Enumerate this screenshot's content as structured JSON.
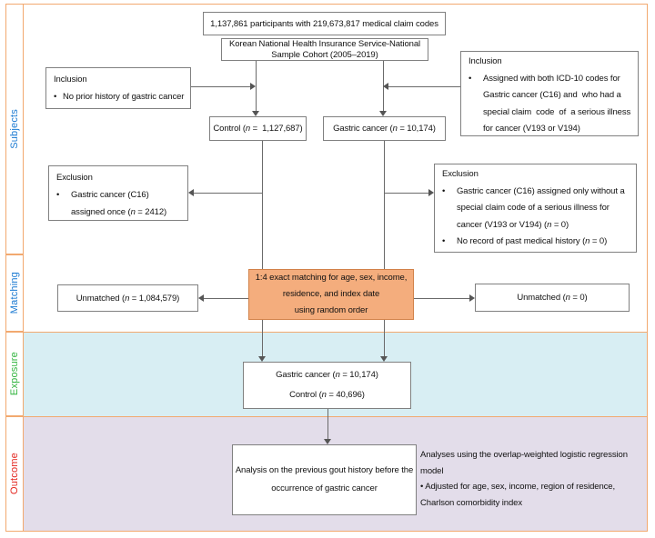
{
  "figure_title": "Participant selection flow diagram",
  "glyphs": {
    "bullet": "•"
  },
  "colors": {
    "frame_orange": "#f2a96f",
    "matching_fill": "#f4ad7d",
    "matching_border": "#d2824a",
    "band_exposure": "#d8eef3",
    "band_outcome": "#e3ddea",
    "label_blue": "#1b7ad2",
    "label_green": "#2fb33c",
    "label_red": "#e3241d",
    "box_border_gray": "#808080"
  },
  "rail": {
    "subjects": "Subjects",
    "matching": "Matching",
    "exposure": "Exposure",
    "outcome": "Outcome"
  },
  "boxes": {
    "top": {
      "text": "1,137,861 participants with 219,673,817 medical claim codes"
    },
    "cohort": {
      "lines": [
        "Korean National Health Insurance Service-National",
        "Sample Cohort (2005–2019)"
      ]
    },
    "inclusion_left": {
      "title": "Inclusion",
      "bullet": "No prior history of gastric cancer"
    },
    "inclusion_right": {
      "title": "Inclusion",
      "bullet": "Assigned with both ICD-10 codes for Gastric cancer (C16) and  who had a special claim  code  of  a serious illness for cancer (V193 or V194)"
    },
    "control": {
      "text": "Control (n =  1,127,687)"
    },
    "gastric": {
      "text": "Gastric cancer (n = 10,174)"
    },
    "exclusion_left": {
      "title": "Exclusion",
      "bullet": "Gastric cancer (C16) assigned once (n = 2412)"
    },
    "exclusion_right": {
      "title": "Exclusion",
      "bullet1": "Gastric cancer (C16) assigned only without a special claim code of a serious illness for cancer (V193 or V194) (n = 0)",
      "bullet2": "No record of past medical history (n = 0)"
    },
    "matching": {
      "lines": [
        "1:4 exact matching for age, sex, income,",
        "residence, and index date",
        "using random order"
      ]
    },
    "unmatched_left": {
      "text": "Unmatched (n = 1,084,579)"
    },
    "unmatched_right": {
      "text": "Unmatched (n = 0)"
    },
    "exposure": {
      "lines": [
        "Gastric cancer (n = 10,174)",
        "Control (n = 40,696)"
      ]
    },
    "outcome": {
      "lines": [
        "Analysis on the previous gout history before the",
        "occurrence of gastric cancer"
      ]
    }
  },
  "notes": {
    "outcome_methods": {
      "lines": [
        "Analyses using the overlap-weighted logistic regression",
        "model",
        "• Adjusted for age, sex, income, region of residence,",
        "Charlson comorbidity index"
      ]
    }
  }
}
